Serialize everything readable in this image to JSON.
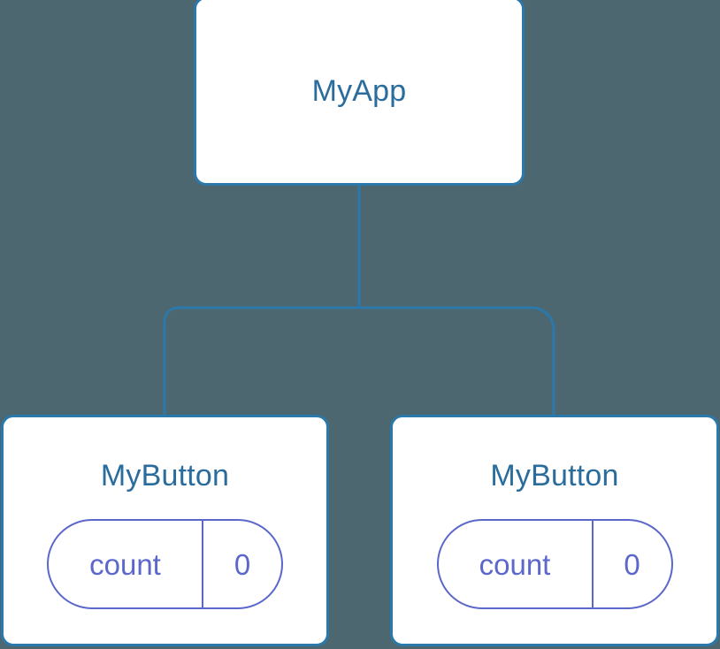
{
  "diagram": {
    "type": "component-tree",
    "background_color": "#4d6770",
    "node_border_color": "#2b78ab",
    "node_fill_color": "#ffffff",
    "title_color": "#2a6c9c",
    "state_color": "#5b67ca",
    "edge_color": "#2b78ab",
    "root": {
      "title": "MyApp"
    },
    "children": [
      {
        "title": "MyButton",
        "state": {
          "key": "count",
          "value": "0"
        }
      },
      {
        "title": "MyButton",
        "state": {
          "key": "count",
          "value": "0"
        }
      }
    ]
  }
}
